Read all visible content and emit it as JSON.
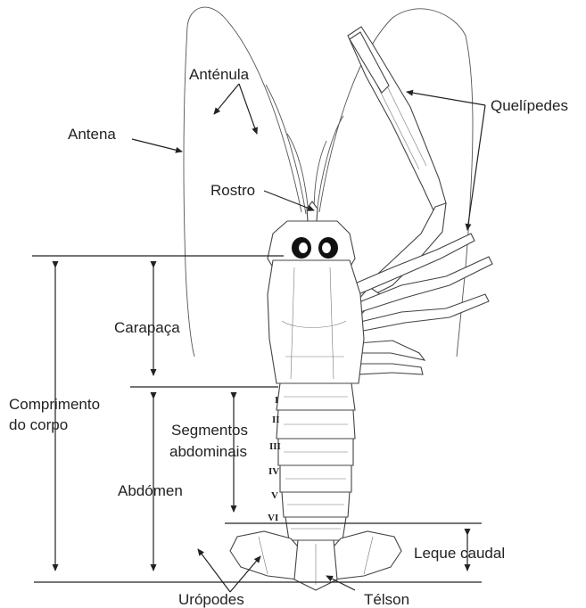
{
  "labels": {
    "antena": "Antena",
    "antenula": "Anténula",
    "rostro": "Rostro",
    "quelipedes": "Quelípedes",
    "carapaca": "Carapaça",
    "comprimento_1": "Comprimento",
    "comprimento_2": "do corpo",
    "segmentos_1": "Segmentos",
    "segmentos_2": "abdominais",
    "abdomen": "Abdómen",
    "leque_caudal": "Leque caudal",
    "uropodes": "Urópodes",
    "telson": "Télson"
  },
  "segments": [
    "I",
    "II",
    "III",
    "IV",
    "V",
    "VI"
  ],
  "colors": {
    "ink": "#222222",
    "background": "#ffffff"
  }
}
